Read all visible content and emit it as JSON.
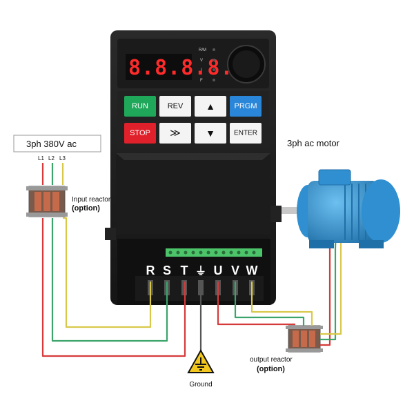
{
  "supply_label": "3ph 380V ac",
  "phase_labels": [
    "L1",
    "L2",
    "L3"
  ],
  "input_reactor": {
    "line1": "Input reactor",
    "line2": "(option)"
  },
  "motor_label": "3ph ac motor",
  "output_reactor": {
    "line1": "output reactor",
    "line2": "(option)"
  },
  "ground_label": "Ground",
  "display": {
    "digits": "8.8.8.8.8",
    "units": [
      "R/M",
      "V",
      "I",
      "F"
    ]
  },
  "keypad": {
    "run": "RUN",
    "rev": "REV",
    "up": "▲",
    "prgm": "PRGM",
    "stop": "STOP",
    "shift": "≫",
    "down": "▼",
    "enter": "ENTER"
  },
  "terminals": [
    "R",
    "S",
    "T",
    "⏚",
    "U",
    "V",
    "W"
  ],
  "colors": {
    "wire_red": "#d63a3a",
    "wire_green": "#3aa46a",
    "wire_yellow": "#d8c84a",
    "run_green": "#1fa85a",
    "stop_red": "#e0202a",
    "prgm_blue": "#2a86d8",
    "motor_blue": "#2f8fd0",
    "terminal_green": "#4cc46a"
  }
}
